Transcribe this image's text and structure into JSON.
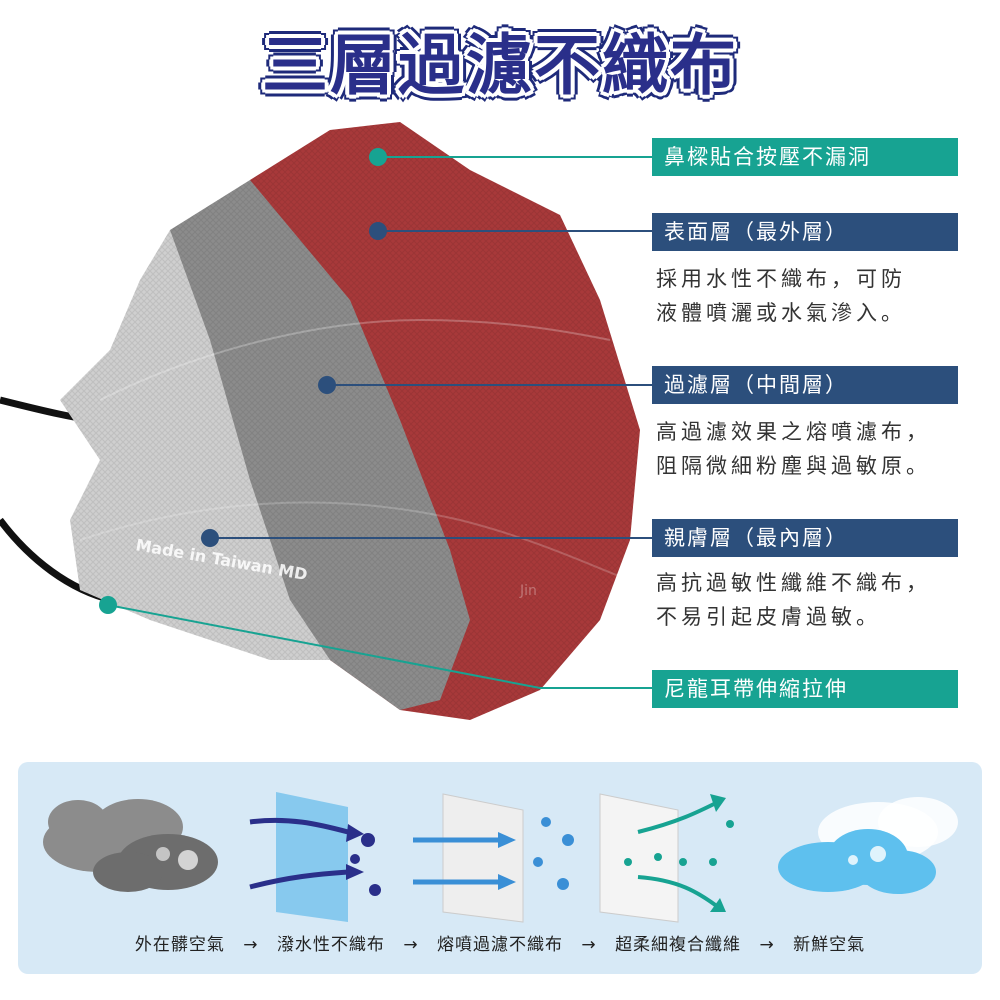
{
  "title": "三層過濾不織布",
  "mask_print": {
    "brand_text": "Made in Taiwan MD",
    "side_text": "Jin"
  },
  "labels": {
    "nose": "鼻樑貼合按壓不漏洞",
    "outer": "表面層（最外層）",
    "outer_desc": [
      "採用水性不織布，可防",
      "液體噴灑或水氣滲入。"
    ],
    "middle": "過濾層（中間層）",
    "middle_desc": [
      "高過濾效果之熔噴濾布，",
      "阻隔微細粉塵與過敏原。"
    ],
    "inner": "親膚層（最內層）",
    "inner_desc": [
      "高抗過敏性纖維不織布，",
      "不易引起皮膚過敏。"
    ],
    "ear": "尼龍耳帶伸縮拉伸"
  },
  "flow": {
    "step1": "外在髒空氣",
    "step2": "潑水性不織布",
    "step3": "熔噴過濾不織布",
    "step4": "超柔細複合纖維",
    "step5": "新鮮空氣",
    "arrow": "→"
  },
  "colors": {
    "teal": "#17a392",
    "navy": "#2c4f7c",
    "mask_red": "#a8393a",
    "mask_gray": "#8a8a8a",
    "mask_light": "#c9c9c9",
    "title_blue": "#2a2f8a",
    "panel_bg": "#d7e9f6"
  }
}
